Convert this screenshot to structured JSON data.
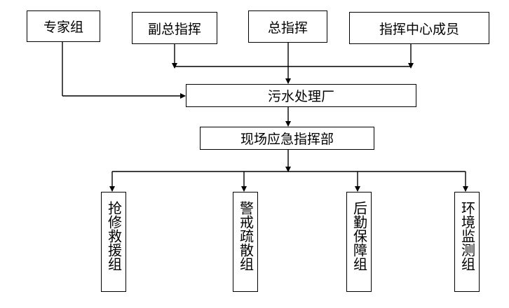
{
  "top_boxes": {
    "expert_group": "专家组",
    "deputy_commander": "副总指挥",
    "chief_commander": "总指挥",
    "command_center_members": "指挥中心成员"
  },
  "middle": {
    "plant": "污水处理厂",
    "onsite_hq": "现场应急指挥部"
  },
  "bottom_groups": [
    "抢修救援组",
    "警戒疏散组",
    "后勤保障组",
    "环境监测组"
  ],
  "line_color": "#000000"
}
